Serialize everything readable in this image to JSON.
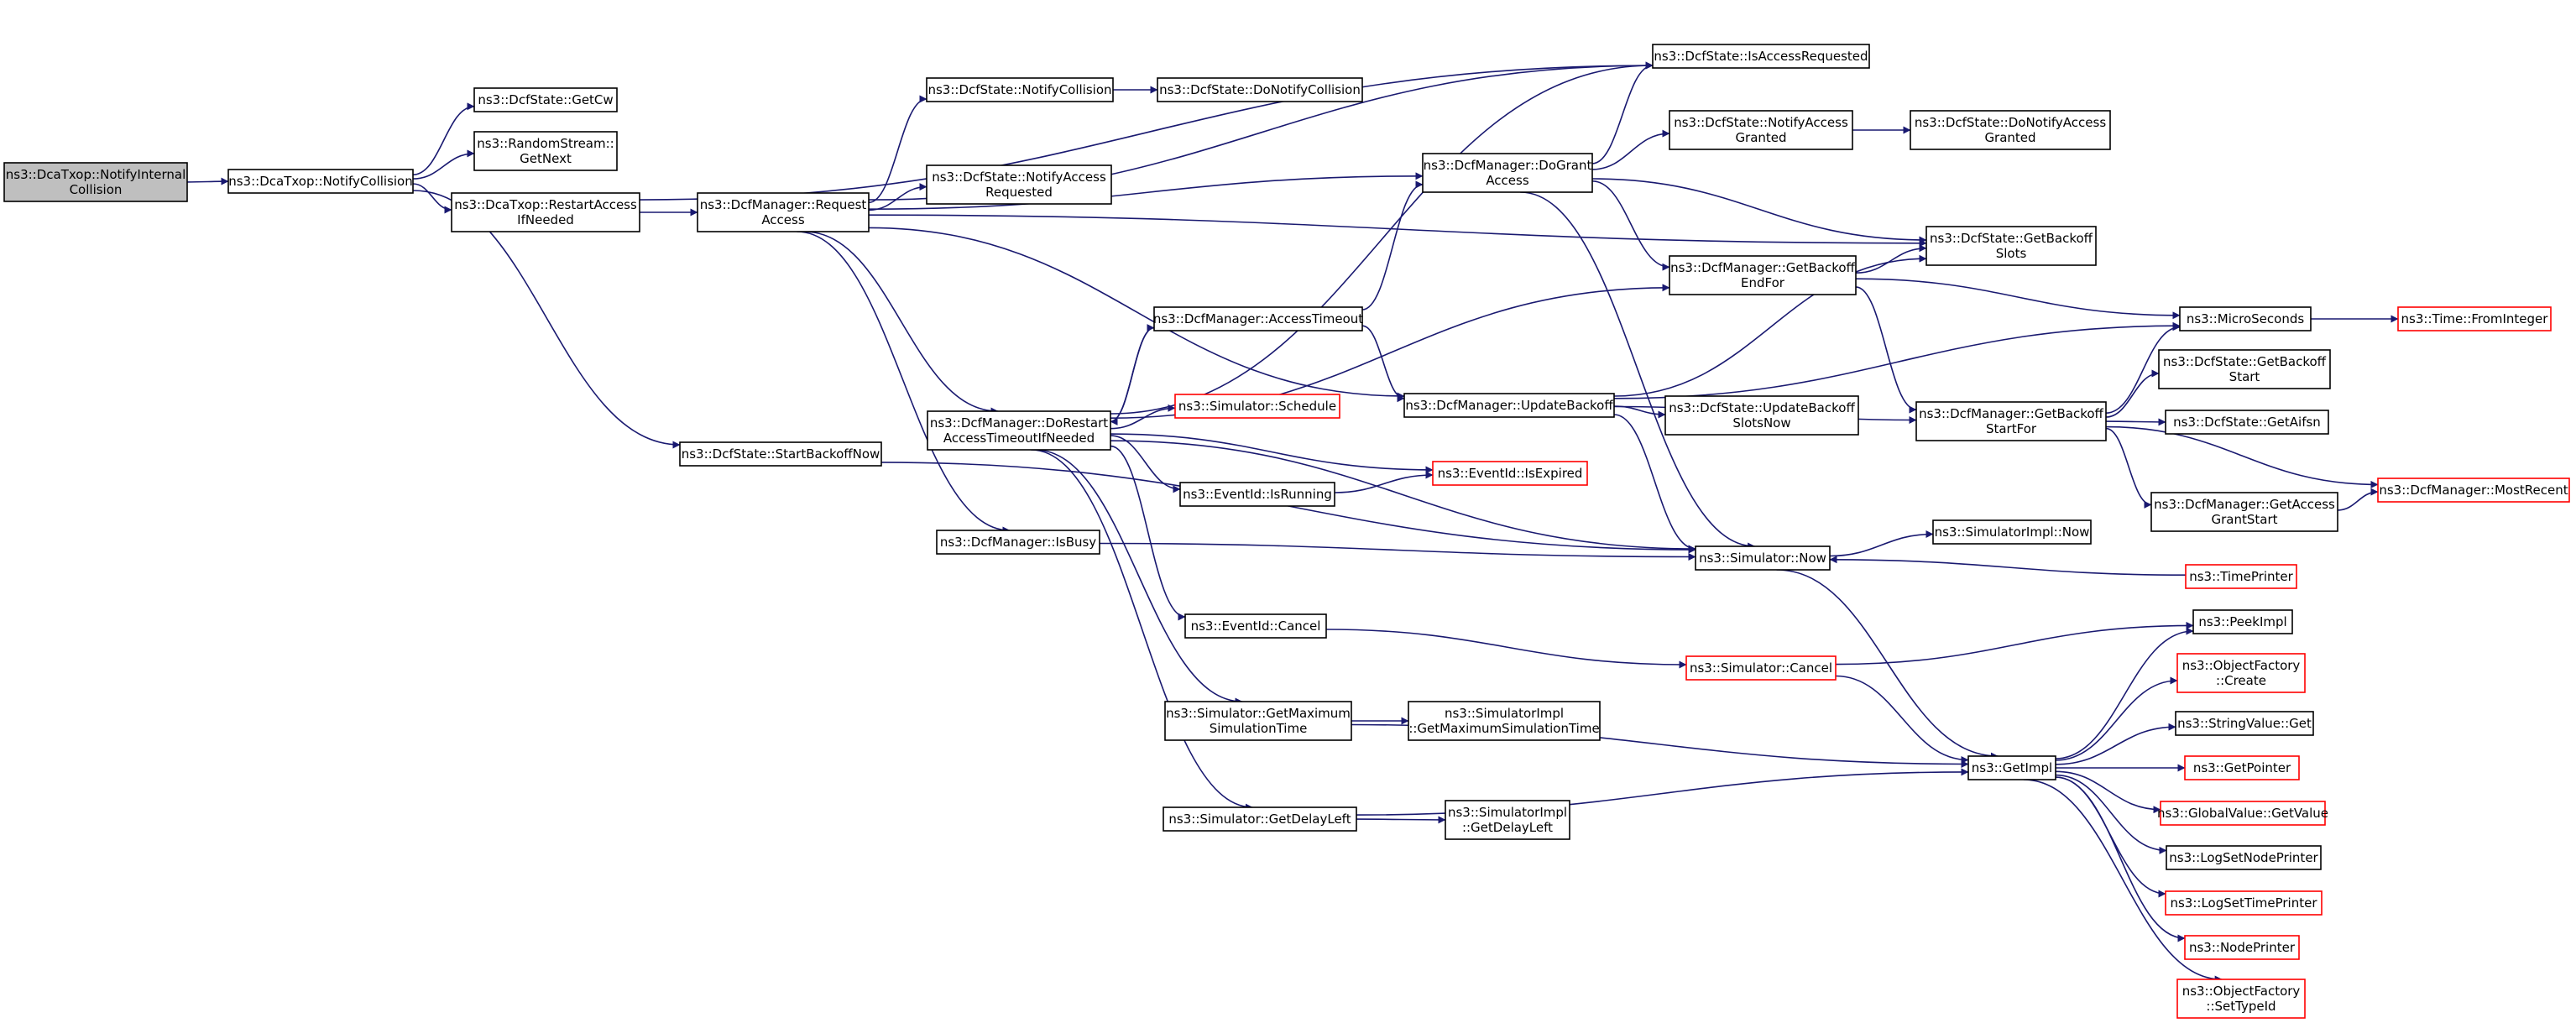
{
  "diagram": {
    "type": "call-graph",
    "colors": {
      "edge": "#191970",
      "root_fill": "#bfbfbf",
      "truncated_border": "#ff0000",
      "node_border": "#000000"
    },
    "nodes": [
      {
        "id": "notify_internal_collision",
        "lines": [
          "ns3::DcaTxop::NotifyInternal",
          "Collision"
        ],
        "style": "root"
      },
      {
        "id": "notify_collision",
        "lines": [
          "ns3::DcaTxop::NotifyCollision"
        ],
        "style": "normal"
      },
      {
        "id": "get_cw",
        "lines": [
          "ns3::DcfState::GetCw"
        ],
        "style": "normal"
      },
      {
        "id": "random_get_next",
        "lines": [
          "ns3::RandomStream::",
          "GetNext"
        ],
        "style": "normal"
      },
      {
        "id": "restart_access",
        "lines": [
          "ns3::DcaTxop::RestartAccess",
          "IfNeeded"
        ],
        "style": "normal"
      },
      {
        "id": "request_access",
        "lines": [
          "ns3::DcfManager::Request",
          "Access"
        ],
        "style": "normal"
      },
      {
        "id": "state_notify_collision",
        "lines": [
          "ns3::DcfState::NotifyCollision"
        ],
        "style": "normal"
      },
      {
        "id": "state_do_notify_collision",
        "lines": [
          "ns3::DcfState::DoNotifyCollision"
        ],
        "style": "normal"
      },
      {
        "id": "state_notify_access_requested",
        "lines": [
          "ns3::DcfState::NotifyAccess",
          "Requested"
        ],
        "style": "normal"
      },
      {
        "id": "is_access_requested",
        "lines": [
          "ns3::DcfState::IsAccessRequested"
        ],
        "style": "normal"
      },
      {
        "id": "do_grant_access",
        "lines": [
          "ns3::DcfManager::DoGrant",
          "Access"
        ],
        "style": "normal"
      },
      {
        "id": "notify_access_granted",
        "lines": [
          "ns3::DcfState::NotifyAccess",
          "Granted"
        ],
        "style": "normal"
      },
      {
        "id": "do_notify_access_granted",
        "lines": [
          "ns3::DcfState::DoNotifyAccess",
          "Granted"
        ],
        "style": "normal"
      },
      {
        "id": "get_backoff_slots",
        "lines": [
          "ns3::DcfState::GetBackoff",
          "Slots"
        ],
        "style": "normal"
      },
      {
        "id": "get_backoff_end_for",
        "lines": [
          "ns3::DcfManager::GetBackoff",
          "EndFor"
        ],
        "style": "normal"
      },
      {
        "id": "micro_seconds",
        "lines": [
          "ns3::MicroSeconds"
        ],
        "style": "normal"
      },
      {
        "id": "time_from_integer",
        "lines": [
          "ns3::Time::FromInteger"
        ],
        "style": "truncated"
      },
      {
        "id": "access_timeout",
        "lines": [
          "ns3::DcfManager::AccessTimeout"
        ],
        "style": "normal"
      },
      {
        "id": "update_backoff",
        "lines": [
          "ns3::DcfManager::UpdateBackoff"
        ],
        "style": "normal"
      },
      {
        "id": "update_backoff_slots_now",
        "lines": [
          "ns3::DcfState::UpdateBackoff",
          "SlotsNow"
        ],
        "style": "normal"
      },
      {
        "id": "get_backoff_start",
        "lines": [
          "ns3::DcfState::GetBackoff",
          "Start"
        ],
        "style": "normal"
      },
      {
        "id": "get_backoff_start_for",
        "lines": [
          "ns3::DcfManager::GetBackoff",
          "StartFor"
        ],
        "style": "normal"
      },
      {
        "id": "get_aifsn",
        "lines": [
          "ns3::DcfState::GetAifsn"
        ],
        "style": "normal"
      },
      {
        "id": "most_recent",
        "lines": [
          "ns3::DcfManager::MostRecent"
        ],
        "style": "truncated"
      },
      {
        "id": "get_access_grant_start",
        "lines": [
          "ns3::DcfManager::GetAccess",
          "GrantStart"
        ],
        "style": "normal"
      },
      {
        "id": "do_restart_access_timeout",
        "lines": [
          "ns3::DcfManager::DoRestart",
          "AccessTimeoutIfNeeded"
        ],
        "style": "normal"
      },
      {
        "id": "simulator_schedule",
        "lines": [
          "ns3::Simulator::Schedule"
        ],
        "style": "truncated"
      },
      {
        "id": "event_is_running",
        "lines": [
          "ns3::EventId::IsRunning"
        ],
        "style": "normal"
      },
      {
        "id": "event_is_expired",
        "lines": [
          "ns3::EventId::IsExpired"
        ],
        "style": "truncated"
      },
      {
        "id": "start_backoff_now",
        "lines": [
          "ns3::DcfState::StartBackoffNow"
        ],
        "style": "normal"
      },
      {
        "id": "is_busy",
        "lines": [
          "ns3::DcfManager::IsBusy"
        ],
        "style": "normal"
      },
      {
        "id": "simulator_now",
        "lines": [
          "ns3::Simulator::Now"
        ],
        "style": "normal"
      },
      {
        "id": "simulator_impl_now",
        "lines": [
          "ns3::SimulatorImpl::Now"
        ],
        "style": "normal"
      },
      {
        "id": "time_printer",
        "lines": [
          "ns3::TimePrinter"
        ],
        "style": "truncated"
      },
      {
        "id": "peek_impl",
        "lines": [
          "ns3::PeekImpl"
        ],
        "style": "normal"
      },
      {
        "id": "event_cancel",
        "lines": [
          "ns3::EventId::Cancel"
        ],
        "style": "normal"
      },
      {
        "id": "simulator_cancel",
        "lines": [
          "ns3::Simulator::Cancel"
        ],
        "style": "truncated"
      },
      {
        "id": "object_factory_create",
        "lines": [
          "ns3::ObjectFactory",
          "::Create"
        ],
        "style": "truncated"
      },
      {
        "id": "string_value_get",
        "lines": [
          "ns3::StringValue::Get"
        ],
        "style": "normal"
      },
      {
        "id": "get_max_sim_time",
        "lines": [
          "ns3::Simulator::GetMaximum",
          "SimulationTime"
        ],
        "style": "normal"
      },
      {
        "id": "impl_get_max_sim_time",
        "lines": [
          "ns3::SimulatorImpl",
          "::GetMaximumSimulationTime"
        ],
        "style": "normal"
      },
      {
        "id": "get_impl",
        "lines": [
          "ns3::GetImpl"
        ],
        "style": "normal"
      },
      {
        "id": "get_pointer",
        "lines": [
          "ns3::GetPointer"
        ],
        "style": "truncated"
      },
      {
        "id": "global_value_get_value",
        "lines": [
          "ns3::GlobalValue::GetValue"
        ],
        "style": "truncated"
      },
      {
        "id": "get_delay_left",
        "lines": [
          "ns3::Simulator::GetDelayLeft"
        ],
        "style": "normal"
      },
      {
        "id": "impl_get_delay_left",
        "lines": [
          "ns3::SimulatorImpl",
          "::GetDelayLeft"
        ],
        "style": "normal"
      },
      {
        "id": "log_set_node_printer",
        "lines": [
          "ns3::LogSetNodePrinter"
        ],
        "style": "normal"
      },
      {
        "id": "log_set_time_printer",
        "lines": [
          "ns3::LogSetTimePrinter"
        ],
        "style": "truncated"
      },
      {
        "id": "node_printer",
        "lines": [
          "ns3::NodePrinter"
        ],
        "style": "truncated"
      },
      {
        "id": "object_factory_set_type_id",
        "lines": [
          "ns3::ObjectFactory",
          "::SetTypeId"
        ],
        "style": "truncated"
      }
    ],
    "edges": [
      [
        "notify_internal_collision",
        "notify_collision"
      ],
      [
        "notify_collision",
        "get_cw"
      ],
      [
        "notify_collision",
        "random_get_next"
      ],
      [
        "notify_collision",
        "restart_access"
      ],
      [
        "notify_collision",
        "start_backoff_now"
      ],
      [
        "restart_access",
        "request_access"
      ],
      [
        "restart_access",
        "is_access_requested"
      ],
      [
        "request_access",
        "state_notify_collision"
      ],
      [
        "request_access",
        "state_notify_access_requested"
      ],
      [
        "request_access",
        "is_access_requested"
      ],
      [
        "request_access",
        "do_grant_access"
      ],
      [
        "request_access",
        "get_backoff_slots"
      ],
      [
        "request_access",
        "update_backoff"
      ],
      [
        "request_access",
        "do_restart_access_timeout"
      ],
      [
        "request_access",
        "is_busy"
      ],
      [
        "state_notify_collision",
        "state_do_notify_collision"
      ],
      [
        "do_grant_access",
        "is_access_requested"
      ],
      [
        "do_grant_access",
        "notify_access_granted"
      ],
      [
        "do_grant_access",
        "get_backoff_slots"
      ],
      [
        "do_grant_access",
        "get_backoff_end_for"
      ],
      [
        "do_grant_access",
        "simulator_now"
      ],
      [
        "notify_access_granted",
        "do_notify_access_granted"
      ],
      [
        "get_backoff_end_for",
        "get_backoff_slots"
      ],
      [
        "get_backoff_end_for",
        "micro_seconds"
      ],
      [
        "get_backoff_end_for",
        "get_backoff_start_for"
      ],
      [
        "micro_seconds",
        "time_from_integer"
      ],
      [
        "access_timeout",
        "do_grant_access"
      ],
      [
        "access_timeout",
        "update_backoff"
      ],
      [
        "access_timeout",
        "do_restart_access_timeout"
      ],
      [
        "update_backoff",
        "get_backoff_slots"
      ],
      [
        "update_backoff",
        "micro_seconds"
      ],
      [
        "update_backoff",
        "update_backoff_slots_now"
      ],
      [
        "update_backoff",
        "get_backoff_start_for"
      ],
      [
        "update_backoff",
        "simulator_now"
      ],
      [
        "get_backoff_start_for",
        "micro_seconds"
      ],
      [
        "get_backoff_start_for",
        "get_backoff_start"
      ],
      [
        "get_backoff_start_for",
        "get_aifsn"
      ],
      [
        "get_backoff_start_for",
        "most_recent"
      ],
      [
        "get_backoff_start_for",
        "get_access_grant_start"
      ],
      [
        "get_access_grant_start",
        "most_recent"
      ],
      [
        "do_restart_access_timeout",
        "is_access_requested"
      ],
      [
        "do_restart_access_timeout",
        "access_timeout"
      ],
      [
        "do_restart_access_timeout",
        "get_backoff_end_for"
      ],
      [
        "do_restart_access_timeout",
        "simulator_schedule"
      ],
      [
        "do_restart_access_timeout",
        "event_is_running"
      ],
      [
        "do_restart_access_timeout",
        "event_is_expired"
      ],
      [
        "do_restart_access_timeout",
        "simulator_now"
      ],
      [
        "do_restart_access_timeout",
        "event_cancel"
      ],
      [
        "do_restart_access_timeout",
        "get_max_sim_time"
      ],
      [
        "do_restart_access_timeout",
        "get_delay_left"
      ],
      [
        "event_is_running",
        "event_is_expired"
      ],
      [
        "start_backoff_now",
        "simulator_now"
      ],
      [
        "is_busy",
        "simulator_now"
      ],
      [
        "simulator_now",
        "simulator_impl_now"
      ],
      [
        "simulator_now",
        "get_impl"
      ],
      [
        "time_printer",
        "simulator_now"
      ],
      [
        "event_cancel",
        "simulator_cancel"
      ],
      [
        "simulator_cancel",
        "peek_impl"
      ],
      [
        "simulator_cancel",
        "get_impl"
      ],
      [
        "get_max_sim_time",
        "impl_get_max_sim_time"
      ],
      [
        "get_max_sim_time",
        "get_impl"
      ],
      [
        "get_delay_left",
        "impl_get_delay_left"
      ],
      [
        "get_delay_left",
        "get_impl"
      ],
      [
        "get_impl",
        "peek_impl"
      ],
      [
        "get_impl",
        "object_factory_create"
      ],
      [
        "get_impl",
        "string_value_get"
      ],
      [
        "get_impl",
        "get_pointer"
      ],
      [
        "get_impl",
        "global_value_get_value"
      ],
      [
        "get_impl",
        "log_set_node_printer"
      ],
      [
        "get_impl",
        "log_set_time_printer"
      ],
      [
        "get_impl",
        "node_printer"
      ],
      [
        "get_impl",
        "object_factory_set_type_id"
      ]
    ]
  }
}
